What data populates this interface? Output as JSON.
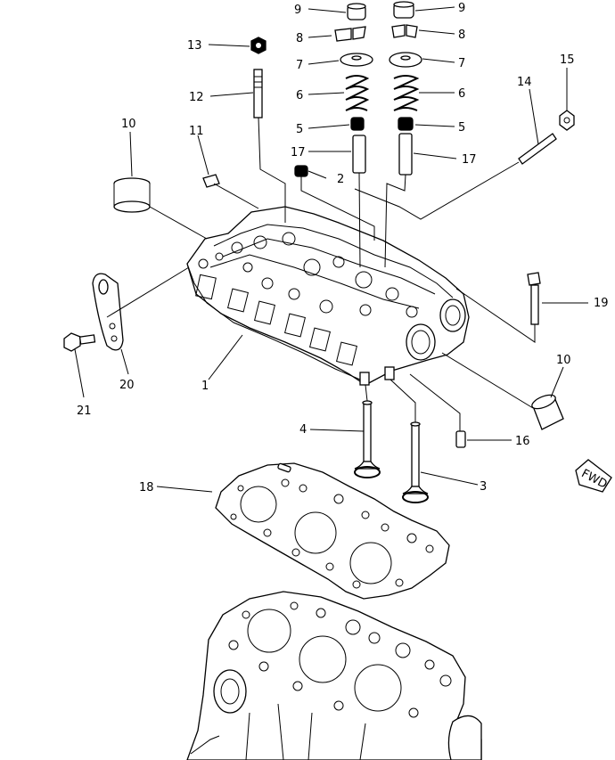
{
  "callouts": {
    "c1": "1",
    "c2": "2",
    "c3": "3",
    "c4": "4",
    "c5a": "5",
    "c5b": "5",
    "c6a": "6",
    "c6b": "6",
    "c7a": "7",
    "c7b": "7",
    "c8a": "8",
    "c8b": "8",
    "c9a": "9",
    "c9b": "9",
    "c10a": "10",
    "c10b": "10",
    "c11": "11",
    "c12": "12",
    "c13": "13",
    "c14": "14",
    "c15": "15",
    "c16": "16",
    "c17a": "17",
    "c17b": "17",
    "c18": "18",
    "c19": "19",
    "c20": "20",
    "c21": "21"
  },
  "fwd_label": "FWD"
}
